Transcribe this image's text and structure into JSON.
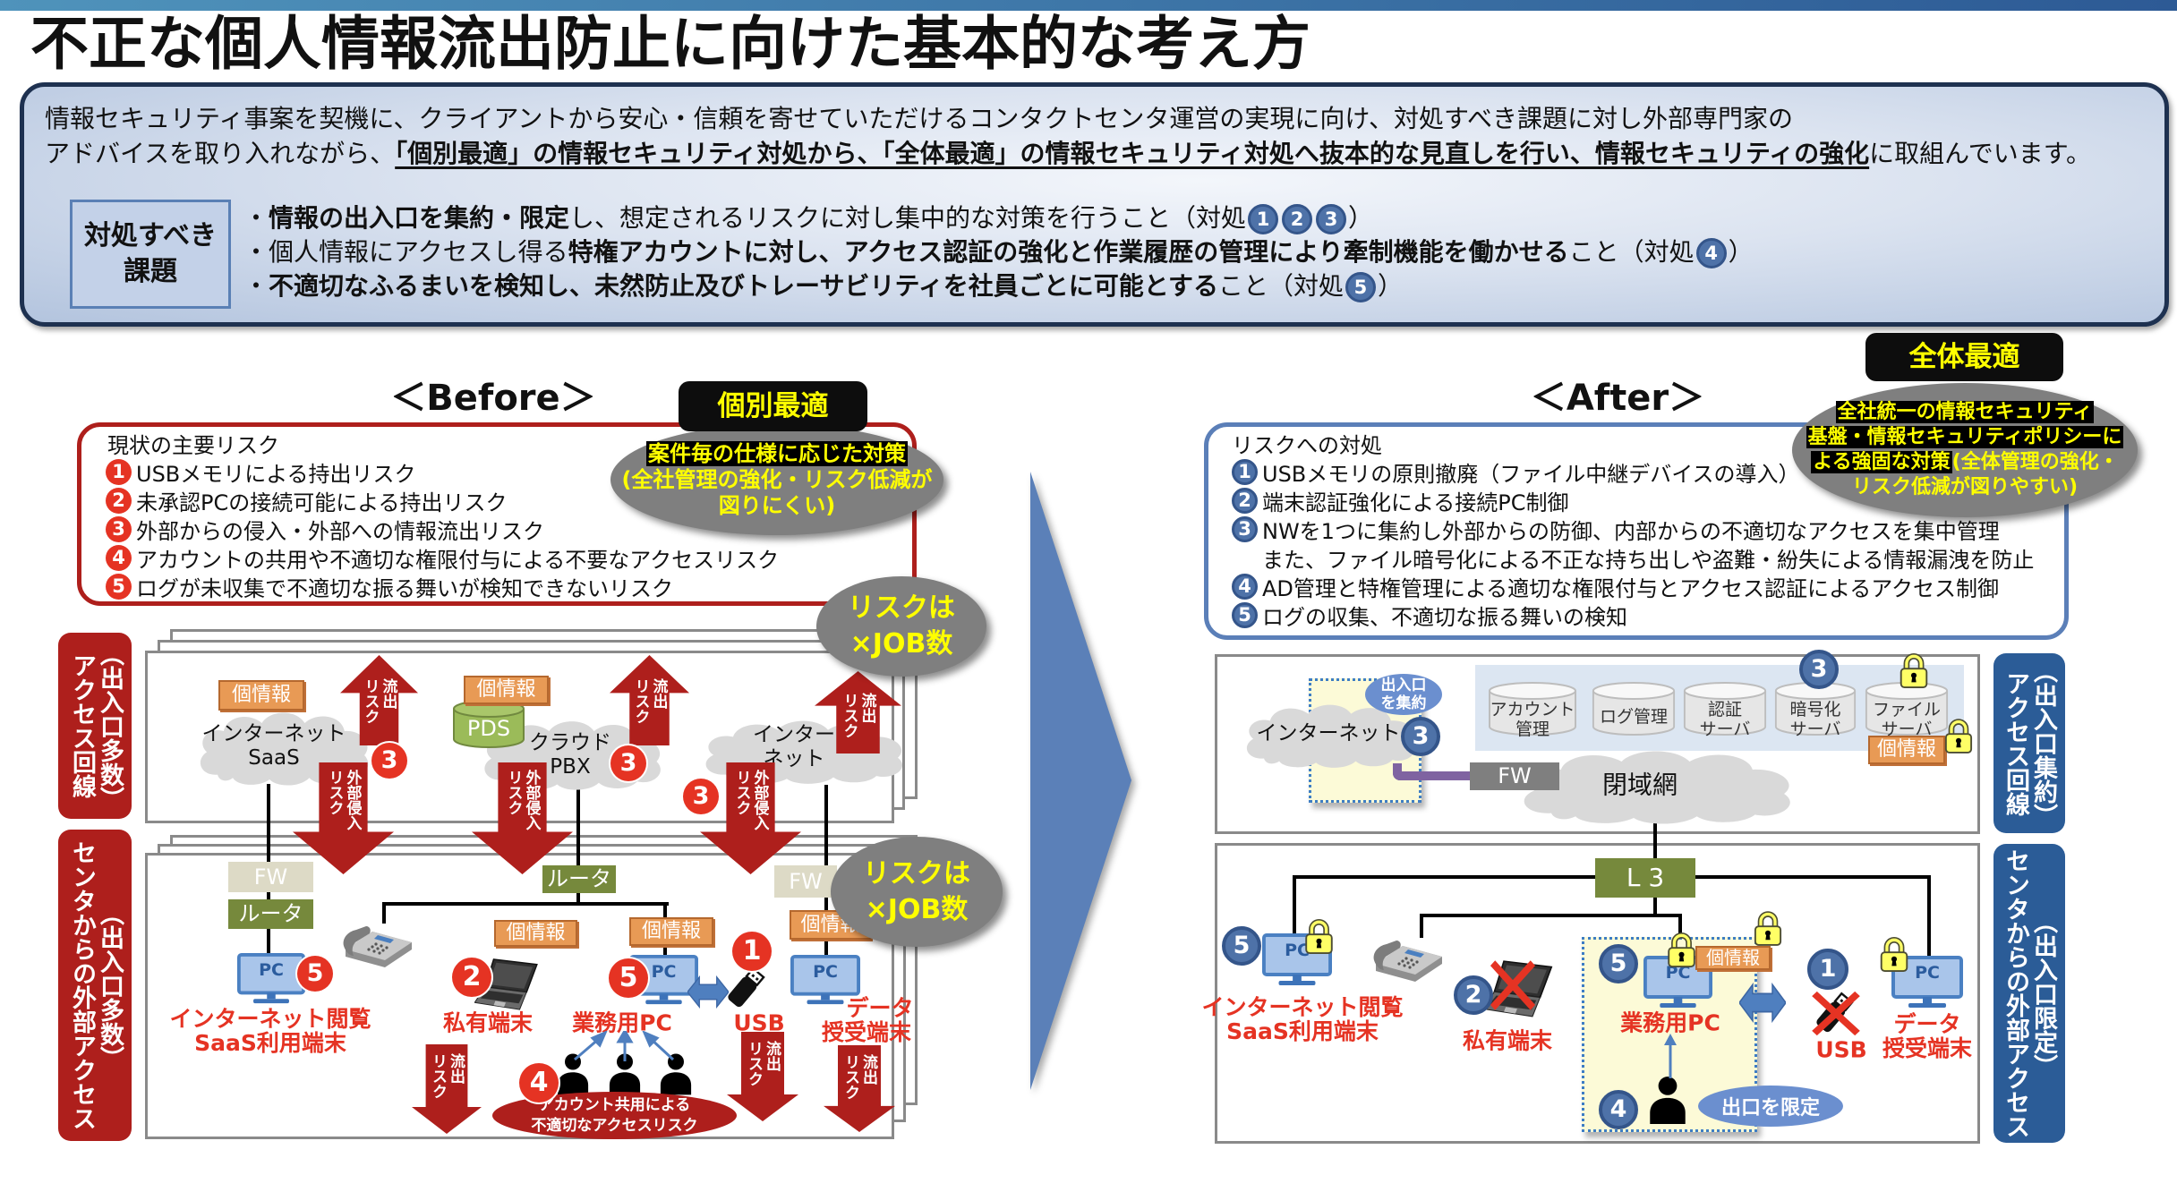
{
  "theme": {
    "before_red": "#ae1f1c",
    "after_blue": "#2b5c97",
    "risk_red": "#e53323",
    "measure_blue": "#4e72a8",
    "highlight_yellow": "#ffff00"
  },
  "page": {
    "title": "不正な個人情報流出防止に向けた基本的な考え方"
  },
  "summary": {
    "line1": "情報セキュリティ事案を契機に、クライアントから安心・信頼を寄せていただけるコンタクトセンタ運営の実現に向け、対処すべき課題に対し外部専門家の",
    "line2": {
      "prefix": "アドバイスを取り入れながら、",
      "emphasis": "「個別最適」の情報セキュリティ対処から、「全体最適」の情報セキュリティ対処へ抜本的な見直しを行い、情報セキュリティの強化",
      "suffix": "に取組んでいます。"
    },
    "issues_label": {
      "line1": "対処すべき",
      "line2": "課題"
    },
    "bullets": [
      {
        "pre": "・",
        "bold": "情報の出入口を集約・限定",
        "post": "し、想定されるリスクに対し集中的な対策を行うこと（対処",
        "refs": [
          "1",
          "2",
          "3"
        ],
        "close": "）"
      },
      {
        "pre": "・個人情報にアクセスし得る",
        "bold": "特権アカウントに対し、アクセス認証の強化と作業履歴の管理により牽制機能を働かせる",
        "post": "こと（対処",
        "refs": [
          "4"
        ],
        "close": "）"
      },
      {
        "pre": "・",
        "bold": "不適切なふるまいを検知し、未然防止及びトレーサビリティを社員ごとに可能とする",
        "post": "こと（対処",
        "refs": [
          "5"
        ],
        "close": "）"
      }
    ]
  },
  "before": {
    "heading": "＜Before＞",
    "badge": "個別最適",
    "note": {
      "highlight": "案件毎の仕様に応じた対策",
      "line2": "(全社管理の強化・リスク低減が",
      "line3": "図りにくい)"
    },
    "risks": {
      "title": "現状の主要リスク",
      "items": [
        {
          "num": "1",
          "text": "USBメモリによる持出リスク"
        },
        {
          "num": "2",
          "text": "未承認PCの接続可能による持出リスク"
        },
        {
          "num": "3",
          "text": "外部からの侵入・外部への情報流出リスク"
        },
        {
          "num": "4",
          "text": "アカウントの共用や不適切な権限付与による不要なアクセスリスク"
        },
        {
          "num": "5",
          "text": "ログが未収集で不適切な振る舞いが検知できないリスク"
        }
      ]
    },
    "job_note": {
      "line1": "リスクは",
      "line2": "×JOB数"
    },
    "side_labels": {
      "access_line": {
        "main": "アクセス回線",
        "sub": "（出入口多数）"
      },
      "center_access": {
        "main": "センタからの外部アクセス",
        "sub": "（出入口多数）"
      }
    },
    "access_zone": {
      "clouds": [
        {
          "line1": "インターネット",
          "line2": "SaaS"
        },
        {
          "line1": "クラウド",
          "line2": "PBX"
        },
        {
          "line1": "インター",
          "line2": "ネット"
        }
      ],
      "pii_tag": "個情報",
      "pds": "PDS",
      "outflow_arrow": {
        "line1": "流出",
        "line2": "リスク"
      },
      "intrusion_arrow": {
        "line1": "外部侵入",
        "line2": "リスク"
      },
      "risk_ref": "3"
    },
    "center_zone": {
      "fw": "FW",
      "router": "ルータ",
      "pc": "PC",
      "pii_tag": "個情報",
      "devices": {
        "internet_pc": {
          "ref": "5",
          "line1": "インターネット閲覧",
          "line2": "SaaS利用端末"
        },
        "private": {
          "ref": "2",
          "label": "私有端末"
        },
        "work_pc": {
          "ref": "5",
          "label": "業務用PC"
        },
        "usb": {
          "ref": "1",
          "label": "USB"
        },
        "data_pc": {
          "line1": "データ",
          "line2": "授受端末"
        }
      },
      "shared_account": {
        "ref": "4",
        "line1": "アカウント共用による",
        "line2": "不適切なアクセスリスク"
      },
      "outflow_arrow": {
        "line1": "流出",
        "line2": "リスク"
      }
    }
  },
  "after": {
    "heading": "＜After＞",
    "badge": "全体最適",
    "note": {
      "lines": [
        {
          "highlight": "全社統一の情報セキュリティ"
        },
        {
          "highlight": "基盤・情報セキュリティポリシーに"
        },
        {
          "highlight": "よる強固な対策",
          "plain": "(全体管理の強化・"
        },
        {
          "plain": "リスク低減が図りやすい)"
        }
      ]
    },
    "measures": {
      "title": "リスクへの対処",
      "items": [
        {
          "num": "1",
          "text": "USBメモリの原則撤廃（ファイル中継デバイスの導入）"
        },
        {
          "num": "2",
          "text": "端末認証強化による接続PC制御"
        },
        {
          "num": "3",
          "text": "NWを1つに集約し外部からの防御、内部からの不適切なアクセスを集中管理",
          "cont": "また、ファイル暗号化による不正な持ち出しや盗難・紛失による情報漏洩を防止"
        },
        {
          "num": "4",
          "text": "AD管理と特権管理による適切な権限付与とアクセス認証によるアクセス制御"
        },
        {
          "num": "5",
          "text": "ログの収集、不適切な振る舞いの検知"
        }
      ]
    },
    "side_labels": {
      "access_line": {
        "main": "アクセス回線",
        "sub": "（出入口集約）"
      },
      "center_access": {
        "main": "センタからの外部アクセス",
        "sub": "（出入口限定）"
      }
    },
    "access_zone": {
      "internet": "インターネット",
      "gateway_note": {
        "line1": "出入口",
        "line2": "を集約"
      },
      "risk_ref": "3",
      "fw": "FW",
      "closed_network": "閉域網",
      "servers": [
        {
          "line1": "アカウント",
          "line2": "管理"
        },
        {
          "line1": "ログ管理"
        },
        {
          "line1": "認証",
          "line2": "サーバ"
        },
        {
          "line1": "暗号化",
          "line2": "サーバ"
        },
        {
          "line1": "ファイル",
          "line2": "サーバ"
        }
      ],
      "pii_tag": "個情報"
    },
    "center_zone": {
      "l3": "L 3",
      "pc": "PC",
      "pii_tag": "個情報",
      "devices": {
        "internet_pc": {
          "ref": "5",
          "line1": "インターネット閲覧",
          "line2": "SaaS利用端末"
        },
        "private": {
          "ref": "2",
          "label": "私有端末"
        },
        "work_pc": {
          "ref": "5",
          "label": "業務用PC"
        },
        "usb": {
          "ref": "1",
          "label": "USB"
        },
        "data_pc": {
          "line1": "データ",
          "line2": "授受端末"
        }
      },
      "operator": {
        "ref": "4"
      },
      "exit_note": "出口を限定"
    }
  }
}
